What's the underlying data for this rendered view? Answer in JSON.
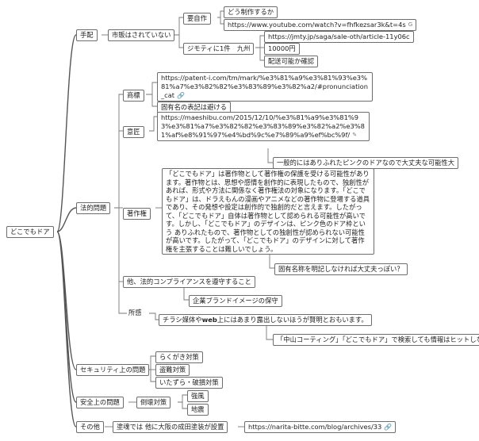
{
  "root": {
    "label": "どこでもドア"
  },
  "b1": {
    "label": "手配",
    "c1": "市販はされていない",
    "n_make": "要自作",
    "make_how": "どう制作するか",
    "make_url": "https://www.youtube.com/watch?v=fhfkezsar3k&t=4s",
    "n_jimoty": "ジモティに1件　九州",
    "jm_url": "https://jmty.jp/saga/sale-oth/article-11y06c",
    "jm_price": "10000円",
    "jm_ship": "配送可能か確認"
  },
  "b2": {
    "label": "法的問題",
    "shohyo": "商標",
    "shohyo_url": "https://patent-i.com/tm/mark/%e3%81%a9%e3%81%93%e3%81%a7%e3%82%82%e3%83%89%e3%82%a2/#pronunciation_cat",
    "shohyo_note": "固有名の表記は避ける",
    "isho": "意匠",
    "isho_url": "https://maeshibu.com/2015/12/10/%e3%81%a9%e3%81%93%e3%81%a7%e3%82%82%e3%83%89%e3%82%a2%e3%81%af%e8%91%97%e4%bd%9c%e7%89%a9%ef%bc%9f/",
    "isho_note": "一般的にはありふれたピンクのドアなので大丈夫な可能性大",
    "chosaku": "著作権",
    "chosaku_text": "「どこでもドア」は著作物として著作権の保護を受ける可能性があります。著作物とは、思想や感情を創作的に表現したもので、独創性があれば、形式や方法に関係なく著作権法の対象になります。「どこでもドア」は、ドラえもんの漫画やアニメなどの著作物に登場する道具であり、その発想や設定は創作的で独創的だと言えます。したがって、「どこでもドア」自体は著作物として認められる可能性が高いです。しかし、「どこでもドア」のデザインは、ピンク色のドア枠という ありふれたもので、著作物としての独創性が認められない可能性が高いです。したがって、「どこでもドア」のデザインに対して著作権を主張することは難しいでしょう。",
    "chosaku_note": "固有名称を明記しなければ大丈夫っぽい？",
    "other": "他、法的コンプライアンスを遵守すること",
    "other_sub": "企業ブランドイメージの保守",
    "shokan": "所感",
    "shokan_text": "チラシ媒体やweb上にはあまり露出しないほうが賢明とおもいます。",
    "shokan_sub": "「中山コーティング」「どこでもドア」で検索しても情報はヒットしない"
  },
  "b3": {
    "label": "セキュリティ上の問題",
    "i1": "らくがき対策",
    "i2": "盗難対策",
    "i3": "いたずら・破損対策"
  },
  "b4": {
    "label": "安全上の問題",
    "sub": "倒壊対策",
    "i1": "強風",
    "i2": "地震"
  },
  "b5": {
    "label": "その他",
    "sub": "塗魂では 他に大阪の成田塗装が設置",
    "url": "https://narita-bitte.com/blog/archives/33"
  }
}
